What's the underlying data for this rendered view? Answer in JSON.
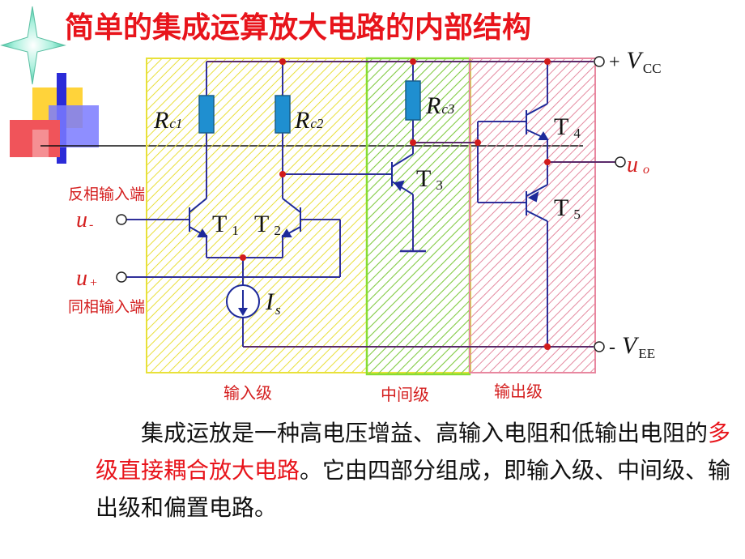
{
  "title": "简单的集成运算放大电路的内部结构",
  "labels": {
    "inverting_input_cn": "反相输入端",
    "noninverting_input_cn": "同相输入端",
    "u_minus": "u",
    "u_minus_sub": "-",
    "u_plus": "u",
    "u_plus_sub": "+",
    "uo": "u",
    "uo_sub": "o",
    "vcc_sign": "+",
    "vcc": "V",
    "vcc_sub": "CC",
    "vee_sign": "-",
    "vee": "V",
    "vee_sub": "EE",
    "rc1": "R",
    "rc1_sub": "c1",
    "rc2": "R",
    "rc2_sub": "c2",
    "rc3": "R",
    "rc3_sub": "c3",
    "t1": "T",
    "t1_sub": "1",
    "t2": "T",
    "t2_sub": "2",
    "t3": "T",
    "t3_sub": "3",
    "t4": "T",
    "t4_sub": "4",
    "t5": "T",
    "t5_sub": "5",
    "is": "I",
    "is_sub": "s"
  },
  "stages": {
    "input": "输入级",
    "middle": "中间级",
    "output": "输出级"
  },
  "stage_colors": {
    "input": "#f4f04a",
    "middle": "#66dd44",
    "output": "#e77b98",
    "resistor": "#1f8fd0",
    "node": "#d21b1b"
  },
  "paragraph": {
    "part1": "集成运放是一种高电压增益、高输入电阻和低输出电阻的",
    "highlight": "多级直接耦合放大电路",
    "part2": "。它由四部分组成，即输入级、中间级、输出级和偏置电路。"
  }
}
